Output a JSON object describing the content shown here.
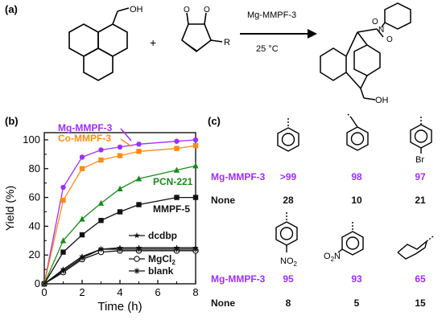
{
  "panels": {
    "a": "(a)",
    "b": "(b)",
    "c": "(c)"
  },
  "scheme": {
    "plus": "+",
    "catalyst": "Mg-MMPF-3",
    "temperature": "25 °C",
    "substituent": "R",
    "oh_left": "OH",
    "oh_right": "OH",
    "n_atom": "N",
    "o_top": "O",
    "o_right": "O"
  },
  "chart_data": {
    "type": "line",
    "xlabel": "Time (h)",
    "ylabel": "Yield (%)",
    "xlim": [
      0,
      8
    ],
    "ylim": [
      0,
      105
    ],
    "xticks": [
      0,
      2,
      4,
      6,
      8
    ],
    "yticks": [
      0,
      20,
      40,
      60,
      80,
      100
    ],
    "x": [
      0,
      1,
      2,
      3,
      4,
      5,
      7,
      8
    ],
    "series": [
      {
        "name": "Mg-MMPF-3",
        "color": "#9b30ff",
        "marker": "circle-filled",
        "values": [
          0,
          67,
          88,
          93,
          95,
          97,
          99,
          100
        ]
      },
      {
        "name": "Co-MMPF-3",
        "color": "#ff8c1a",
        "marker": "square-filled",
        "values": [
          0,
          58,
          80,
          86,
          89,
          92,
          94,
          96
        ]
      },
      {
        "name": "PCN-221",
        "color": "#1a8a1a",
        "marker": "triangle-filled",
        "values": [
          0,
          30,
          45,
          56,
          66,
          73,
          79,
          82
        ]
      },
      {
        "name": "MMPF-5",
        "color": "#111111",
        "marker": "square-filled",
        "values": [
          0,
          22,
          34,
          44,
          50,
          55,
          60,
          60
        ]
      },
      {
        "name": "dcdbp",
        "color": "#111111",
        "marker": "star",
        "values": [
          0,
          10,
          19,
          24,
          25,
          25,
          25,
          25
        ]
      },
      {
        "name": "MgCl2",
        "color": "#111111",
        "marker": "circle-open",
        "values": [
          0,
          8,
          17,
          22,
          23,
          23,
          23,
          23
        ]
      },
      {
        "name": "blank",
        "color": "#111111",
        "marker": "asterisk",
        "values": [
          0,
          9,
          18,
          24,
          24,
          24,
          24,
          24
        ]
      }
    ],
    "labels": {
      "mg": "Mg-MMPF-3",
      "co": "Co-MMPF-3",
      "pcn": "PCN-221",
      "mmpf5": "MMPF-5",
      "dcdbp": "dcdbp",
      "mgcl2": "MgCl",
      "mgcl2_sub": "2",
      "blank": "blank"
    }
  },
  "table": {
    "row1": {
      "mg_label": "Mg-MMPF-3",
      "none_label": "None",
      "mg_values": [
        ">99",
        "98",
        "97"
      ],
      "none_values": [
        "28",
        "10",
        "21"
      ],
      "substituent_text": {
        "br": "Br"
      }
    },
    "row2": {
      "mg_label": "Mg-MMPF-3",
      "none_label": "None",
      "mg_values": [
        "95",
        "93",
        "65"
      ],
      "none_values": [
        "8",
        "5",
        "15"
      ],
      "substituent_text": {
        "no2_para": "NO",
        "no2_para_sub": "2",
        "no2_ortho": "O",
        "no2_ortho_sub": "2",
        "no2_ortho_n": "N"
      }
    }
  }
}
